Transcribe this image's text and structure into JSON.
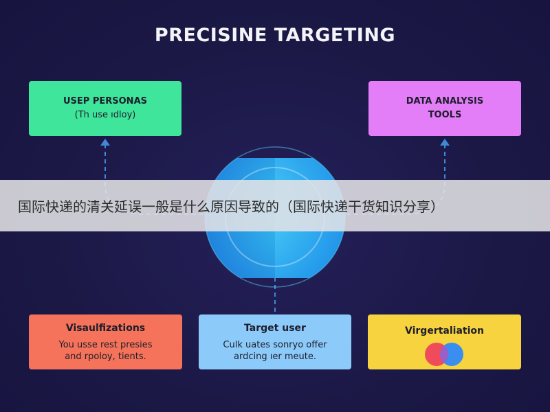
{
  "diagram": {
    "title": "PRECISINE TARGETING",
    "nodes": {
      "user_personas": {
        "heading": "USEP PERSONAS",
        "subtext": "(Th use ıdloy)"
      },
      "data_analysis_tools": {
        "heading": "DATA ANALYSIS",
        "subtext": "TOOLS"
      },
      "visualizations": {
        "heading": "Visaulfizations",
        "line1": "You usse rest presies",
        "line2": "and rpoloy, tients."
      },
      "target_user": {
        "heading": "Target user",
        "line1": "Culk uates sonryo offer",
        "line2": "ardcing ıer meute."
      },
      "vergtaliation": {
        "heading": "Virgertaliation"
      }
    },
    "center_glyph": "( )",
    "colors": {
      "background": "#1b1845",
      "personas": "#3fe59b",
      "tools": "#e47ef8",
      "visualizations": "#f4735a",
      "target": "#8ccaf9",
      "vergtaliation": "#f7d43f",
      "connector": "#3f8ad8",
      "venn_left": "#ef4b5a",
      "venn_right": "#3a8ef0"
    }
  },
  "banner": {
    "text": "国际快递的清关延误一般是什么原因导致的（国际快递干货知识分享）"
  }
}
